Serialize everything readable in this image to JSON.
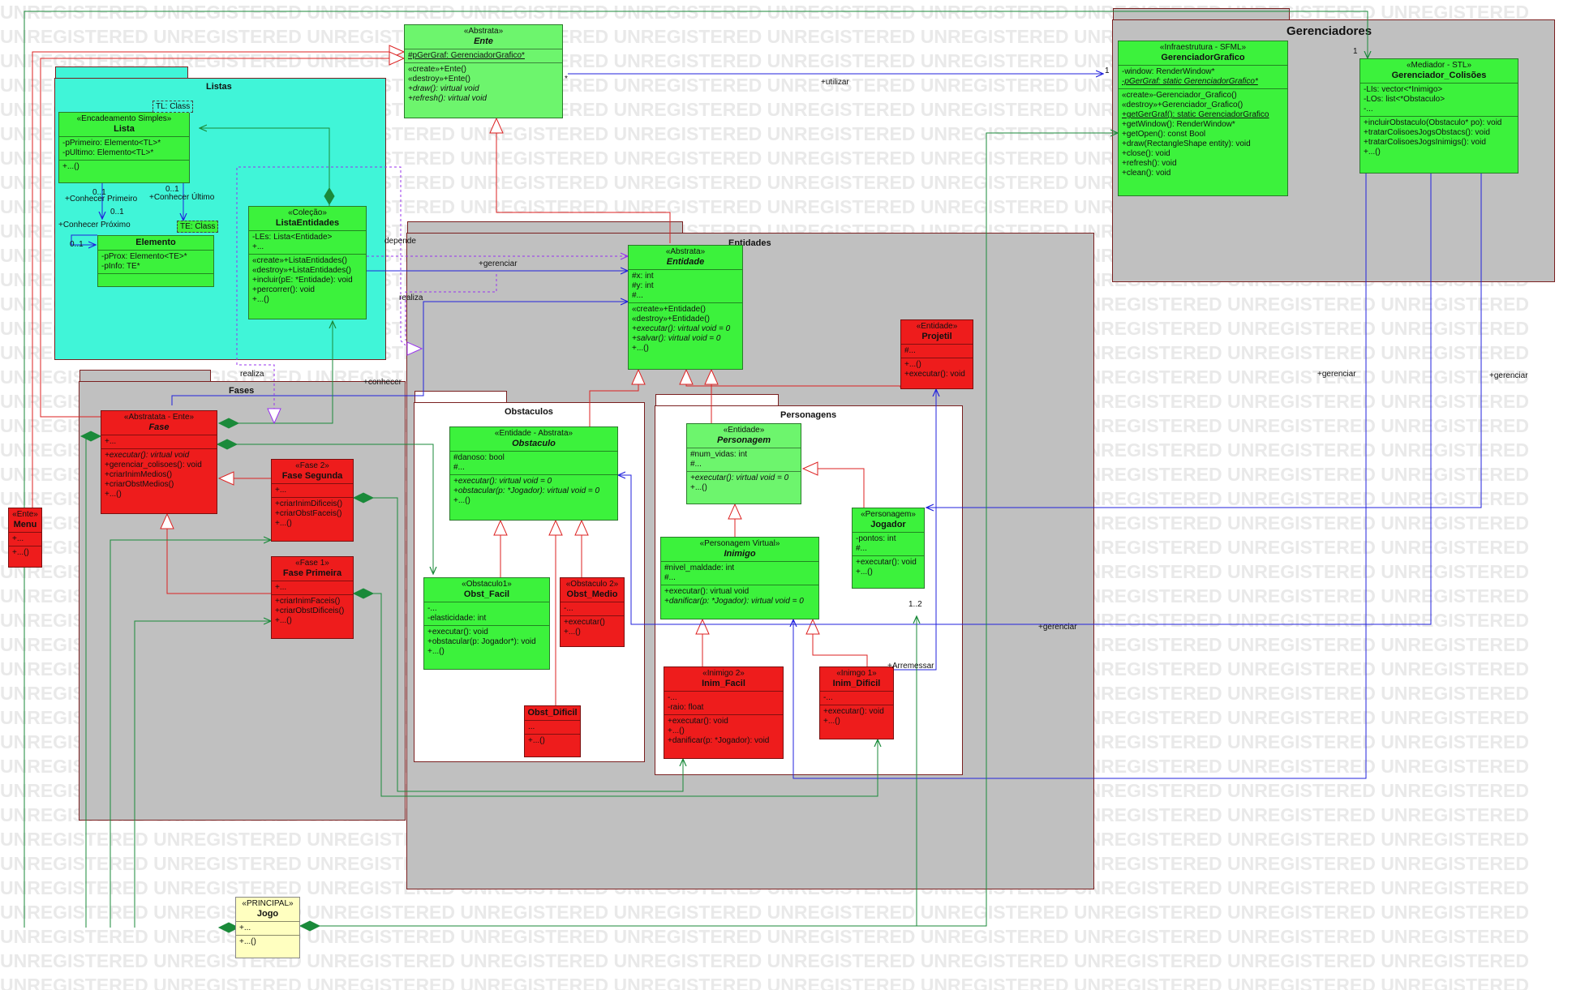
{
  "watermark": "UNREGISTERED UNREGISTERED UNREGISTERED UNREGISTERED UNREGISTERED UNREGISTERED UNREGISTERED UNREGISTERED UNREGISTERED UNREGISTERED",
  "colors": {
    "green": "#3cf23c",
    "red": "#ee1c1c",
    "cyan": "#40f5d8",
    "gray": "#c0c0c0",
    "yellow": "#ffffc0"
  },
  "packages": {
    "gerenciadores": "Gerenciadores",
    "listas": "Listas",
    "entidades": "Entidades",
    "fases": "Fases",
    "obstaculos": "Obstaculos",
    "personagens": "Personagens"
  },
  "classes": {
    "ente": {
      "stereotype": "«Abstrata»",
      "name": "Ente",
      "attrs": [
        "#pGerGraf: GerenciadorGrafico*"
      ],
      "ops": [
        "«create»+Ente()",
        "«destroy»+Ente()",
        "+draw(): virtual void",
        "+refresh(): virtual void"
      ]
    },
    "gerGrafico": {
      "stereotype": "«Infraestrutura - SFML»",
      "name": "GerenciadorGrafico",
      "attrs": [
        "-window: RenderWindow*",
        "-pGerGraf: static GerenciadorGrafico*"
      ],
      "ops": [
        "«create»-Gerenciador_Grafico()",
        "«destroy»+Gerenciador_Grafico()",
        "+getGerGraf(): static GerenciadorGrafico",
        "+getWindow(): RenderWindow*",
        "+getOpen(): const Bool",
        "+draw(RectangleShape entity): void",
        "+close(): void",
        "+refresh(): void",
        "+clean(): void"
      ]
    },
    "gerColisoes": {
      "stereotype": "«Mediador - STL»",
      "name": "Gerenciador_Colisões",
      "attrs": [
        "-LIs: vector<*Inimigo>",
        "-LOs: list<*Obstaculo>",
        "-..."
      ],
      "ops": [
        "+incluirObstaculo(Obstaculo* po): void",
        "+tratarColisoesJogsObstacs(): void",
        "+tratarColisoesJogsInimigs(): void",
        "+...()"
      ]
    },
    "lista": {
      "stereotype": "«Encadeamento Simples»",
      "name": "Lista",
      "template": "TL: Class",
      "attrs": [
        "-pPrimeiro: Elemento<TL>*",
        "-pUltimo: Elemento<TL>*"
      ],
      "ops": [
        "+...()"
      ]
    },
    "elemento": {
      "name": "Elemento",
      "template": "TE: Class",
      "attrs": [
        "-pProx: Elemento<TE>*",
        "-pInfo: TE*"
      ],
      "ops": [
        ""
      ]
    },
    "listaEntidades": {
      "stereotype": "«Coleção»",
      "name": "ListaEntidades",
      "attrs": [
        "-LEs: Lista<Entidade>",
        "+..."
      ],
      "ops": [
        "«create»+ListaEntidades()",
        "«destroy»+ListaEntidades()",
        "+incluir(pE: *Entidade): void",
        "+percorrer(): void",
        "+...()"
      ]
    },
    "entidade": {
      "stereotype": "«Abstrata»",
      "name": "Entidade",
      "attrs": [
        "#x: int",
        "#y: int",
        "#..."
      ],
      "ops": [
        "«create»+Entidade()",
        "«destroy»+Entidade()",
        "+executar(): virtual void = 0",
        "+salvar(): virtual void = 0",
        "+...()"
      ]
    },
    "projetil": {
      "stereotype": "«Entidade»",
      "name": "Projetil",
      "attrs": [
        "#..."
      ],
      "ops": [
        "+...()",
        "+executar(): void"
      ]
    },
    "fase": {
      "stereotype": "«Abstratata - Ente»",
      "name": "Fase",
      "attrs": [
        "+..."
      ],
      "ops": [
        "+executar(): virtual void",
        "+gerenciar_colisoes(): void",
        "+criarInimMedios()",
        "+criarObstMedios()",
        "+...()"
      ]
    },
    "faseSegunda": {
      "stereotype": "«Fase 2»",
      "name": "Fase Segunda",
      "attrs": [
        "+..."
      ],
      "ops": [
        "+criarInimDificeis()",
        "+criarObstFaceis()",
        "+...()"
      ]
    },
    "fasePrimeira": {
      "stereotype": "«Fase 1»",
      "name": "Fase Primeira",
      "attrs": [
        "+..."
      ],
      "ops": [
        "+criarInimFaceis()",
        "+criarObstDificeis()",
        "+...()"
      ]
    },
    "menu": {
      "stereotype": "«Ente»",
      "name": "Menu",
      "attrs": [
        "+..."
      ],
      "ops": [
        "+...()"
      ]
    },
    "jogo": {
      "stereotype": "«PRINCIPAL»",
      "name": "Jogo",
      "attrs": [
        "+..."
      ],
      "ops": [
        "+...()"
      ]
    },
    "obstaculo": {
      "stereotype": "«Entidade - Abstrata»",
      "name": "Obstaculo",
      "attrs": [
        "#danoso: bool",
        "#..."
      ],
      "ops": [
        "+executar(): virtual void = 0",
        "+obstacular(p: *Jogador): virtual void = 0",
        "+...()"
      ]
    },
    "obstFacil": {
      "stereotype": "«Obstaculo1»",
      "name": "Obst_Facil",
      "attrs": [
        "-...",
        "-elasticidade: int"
      ],
      "ops": [
        "+executar(): void",
        "+obstacular(p: Jogador*): void",
        "+...()"
      ]
    },
    "obstMedio": {
      "stereotype": "«Obstaculo 2»",
      "name": "Obst_Medio",
      "attrs": [
        "-..."
      ],
      "ops": [
        "+executar()",
        "+...()"
      ]
    },
    "obstDificil": {
      "name": "Obst_Dificil",
      "attrs": [
        "..."
      ],
      "ops": [
        "+...()"
      ]
    },
    "personagem": {
      "stereotype": "«Entidade»",
      "name": "Personagem",
      "attrs": [
        "#num_vidas: int",
        "#..."
      ],
      "ops": [
        "+executar(): virtual void = 0",
        "+...()"
      ]
    },
    "jogador": {
      "stereotype": "«Personagem»",
      "name": "Jogador",
      "attrs": [
        "-pontos: int",
        "#..."
      ],
      "ops": [
        "+executar(): void",
        "+...()"
      ]
    },
    "inimigo": {
      "stereotype": "«Personagem Virtual»",
      "name": "Inimigo",
      "attrs": [
        "#nivel_maldade: int",
        "#..."
      ],
      "ops": [
        "+executar(): virtual void",
        "+danificar(p: *Jogador): virtual void = 0"
      ]
    },
    "inimFacil": {
      "stereotype": "«Inimigo 2»",
      "name": "Inim_Facil",
      "attrs": [
        "-...",
        "-raio: float"
      ],
      "ops": [
        "+executar(): void",
        "+...()",
        "+danificar(p: *Jogador): void"
      ]
    },
    "inimDificil": {
      "stereotype": "«Inimgo 1»",
      "name": "Inim_Dificil",
      "attrs": [
        "-..."
      ],
      "ops": [
        "+executar(): void",
        "+...()"
      ]
    }
  },
  "labels": {
    "utilizar": "+utilizar",
    "gerenciar1": "+gerenciar",
    "gerenciar2": "+gerenciar",
    "gerenciar3": "+gerenciar",
    "gerenciar4": "+gerenciar",
    "depende": "depende",
    "realiza1": "realiza",
    "realiza2": "realiza",
    "conhecer": "+conhecer",
    "conhecerPrimeiro": "+Conhecer Primeiro",
    "conhecerUltimo": "+Conhecer Último",
    "conhecerProximo": "+Conhecer Próximo",
    "arremessar": "+Arremessar",
    "m_star1": "*",
    "m_one1": "1",
    "m_one2": "1",
    "m_01a": "0..1",
    "m_01b": "0..1",
    "m_01c": "0..1",
    "m_01d": "0..1",
    "m_12": "1..2"
  }
}
